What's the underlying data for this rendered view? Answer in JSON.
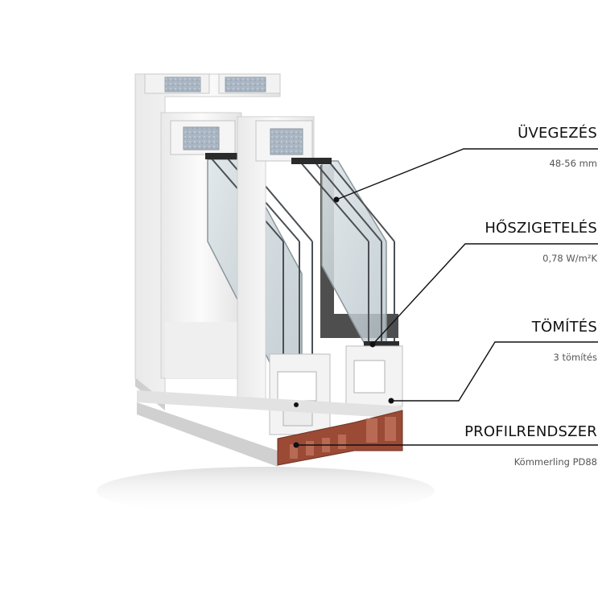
{
  "callouts": [
    {
      "title": "ÜVEGEZÉS",
      "value": "48-56 mm"
    },
    {
      "title": "HŐSZIGETELÉS",
      "value": "0,78 W/m²K"
    },
    {
      "title": "TÖMÍTÉS",
      "value": "3 tömítés"
    },
    {
      "title": "PROFILRENDSZER",
      "value": "Kömmerling PD88"
    }
  ],
  "colors": {
    "frame_white": "#f4f4f4",
    "frame_shade": "#dcdcdc",
    "insulation": "#a9b6c4",
    "glass": "#c9d3d8",
    "spacer": "#2b2b2b",
    "thermal_profile": "#9b4a36",
    "leader_line": "#111111"
  }
}
